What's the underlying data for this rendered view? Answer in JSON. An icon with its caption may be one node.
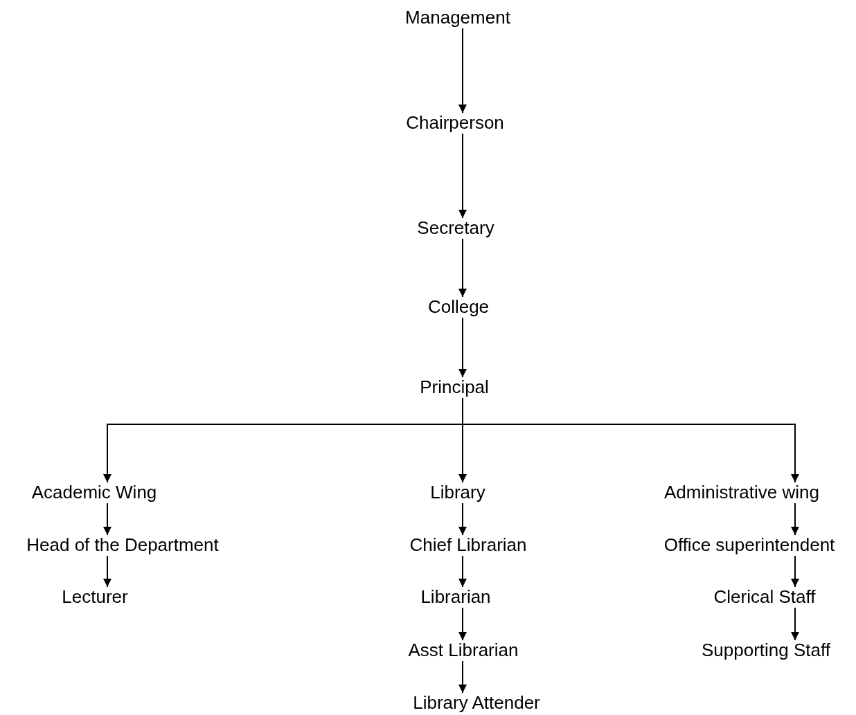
{
  "diagram": {
    "nodes": [
      {
        "text": [
          "Management"
        ]
      },
      {
        "text": [
          "Chairperson"
        ]
      },
      {
        "text": [
          "Secretary"
        ]
      },
      {
        "text": [
          "College"
        ]
      },
      {
        "text": [
          "Principal"
        ]
      },
      {
        "text": [
          "Academic Wing"
        ]
      },
      {
        "text": [
          "Library"
        ]
      },
      {
        "text": [
          "Administrative wing"
        ]
      },
      {
        "text": [
          "Head of the Department"
        ]
      },
      {
        "text": [
          "Chief Librarian"
        ]
      },
      {
        "text": [
          "Office superintendent"
        ]
      },
      {
        "text": [
          "Lecturer"
        ]
      },
      {
        "text": [
          "Librarian"
        ]
      },
      {
        "text": [
          "Clerical Staff"
        ]
      },
      {
        "text": [
          "Asst Librarian"
        ]
      },
      {
        "text": [
          "Supporting Staff"
        ]
      },
      {
        "text": [
          "Library Attender"
        ]
      }
    ],
    "edges": [
      {
        "from": 0,
        "to": 1,
        "arrow": "to"
      },
      {
        "from": 1,
        "to": 2,
        "arrow": "to"
      },
      {
        "from": 2,
        "to": 3,
        "arrow": "to"
      },
      {
        "from": 3,
        "to": 4,
        "arrow": "to"
      },
      {
        "from": 4,
        "to": 5,
        "arrow": "to"
      },
      {
        "from": 4,
        "to": 6,
        "arrow": "to"
      },
      {
        "from": 4,
        "to": 7,
        "arrow": "to"
      },
      {
        "from": 5,
        "to": 8,
        "arrow": "to"
      },
      {
        "from": 8,
        "to": 11,
        "arrow": "to"
      },
      {
        "from": 6,
        "to": 9,
        "arrow": "to"
      },
      {
        "from": 9,
        "to": 12,
        "arrow": "to"
      },
      {
        "from": 12,
        "to": 14,
        "arrow": "to"
      },
      {
        "from": 14,
        "to": 16,
        "arrow": "to"
      },
      {
        "from": 7,
        "to": 10,
        "arrow": "to"
      },
      {
        "from": 10,
        "to": 13,
        "arrow": "to"
      },
      {
        "from": 13,
        "to": 15,
        "arrow": "to"
      }
    ]
  }
}
